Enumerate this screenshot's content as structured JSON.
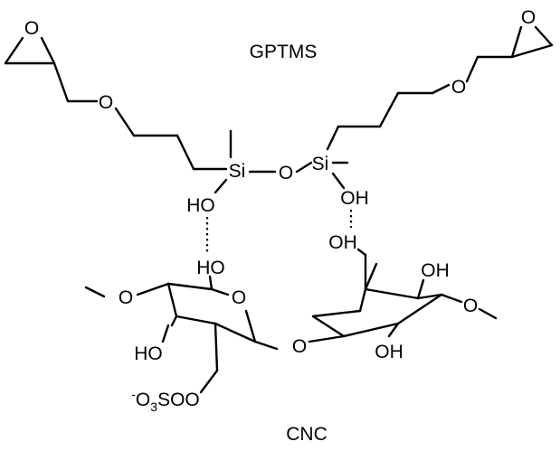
{
  "labels": {
    "gptms": "GPTMS",
    "cnc": "CNC"
  },
  "atoms": {
    "epoxide_o_left": "O",
    "ether_o_left": "O",
    "epoxide_o_right": "O",
    "ether_o_right": "O",
    "si_left": "Si",
    "si_right": "Si",
    "siloxane_o": "O",
    "oh_si_left": "HO",
    "oh_si_right": "OH",
    "oh_ring1_c1": "HO",
    "oh_ring1_c3": "HO",
    "sulfate_charge": "-",
    "sulfate_o": "O",
    "sulfate_sub": "3",
    "sulfate_rest": "SO",
    "oh_ring2_c6": "OH",
    "oh_ring2_top": "OH",
    "oh_ring2_bottom": "OH",
    "glycosidic_o": "O",
    "ring1_o": "O"
  }
}
